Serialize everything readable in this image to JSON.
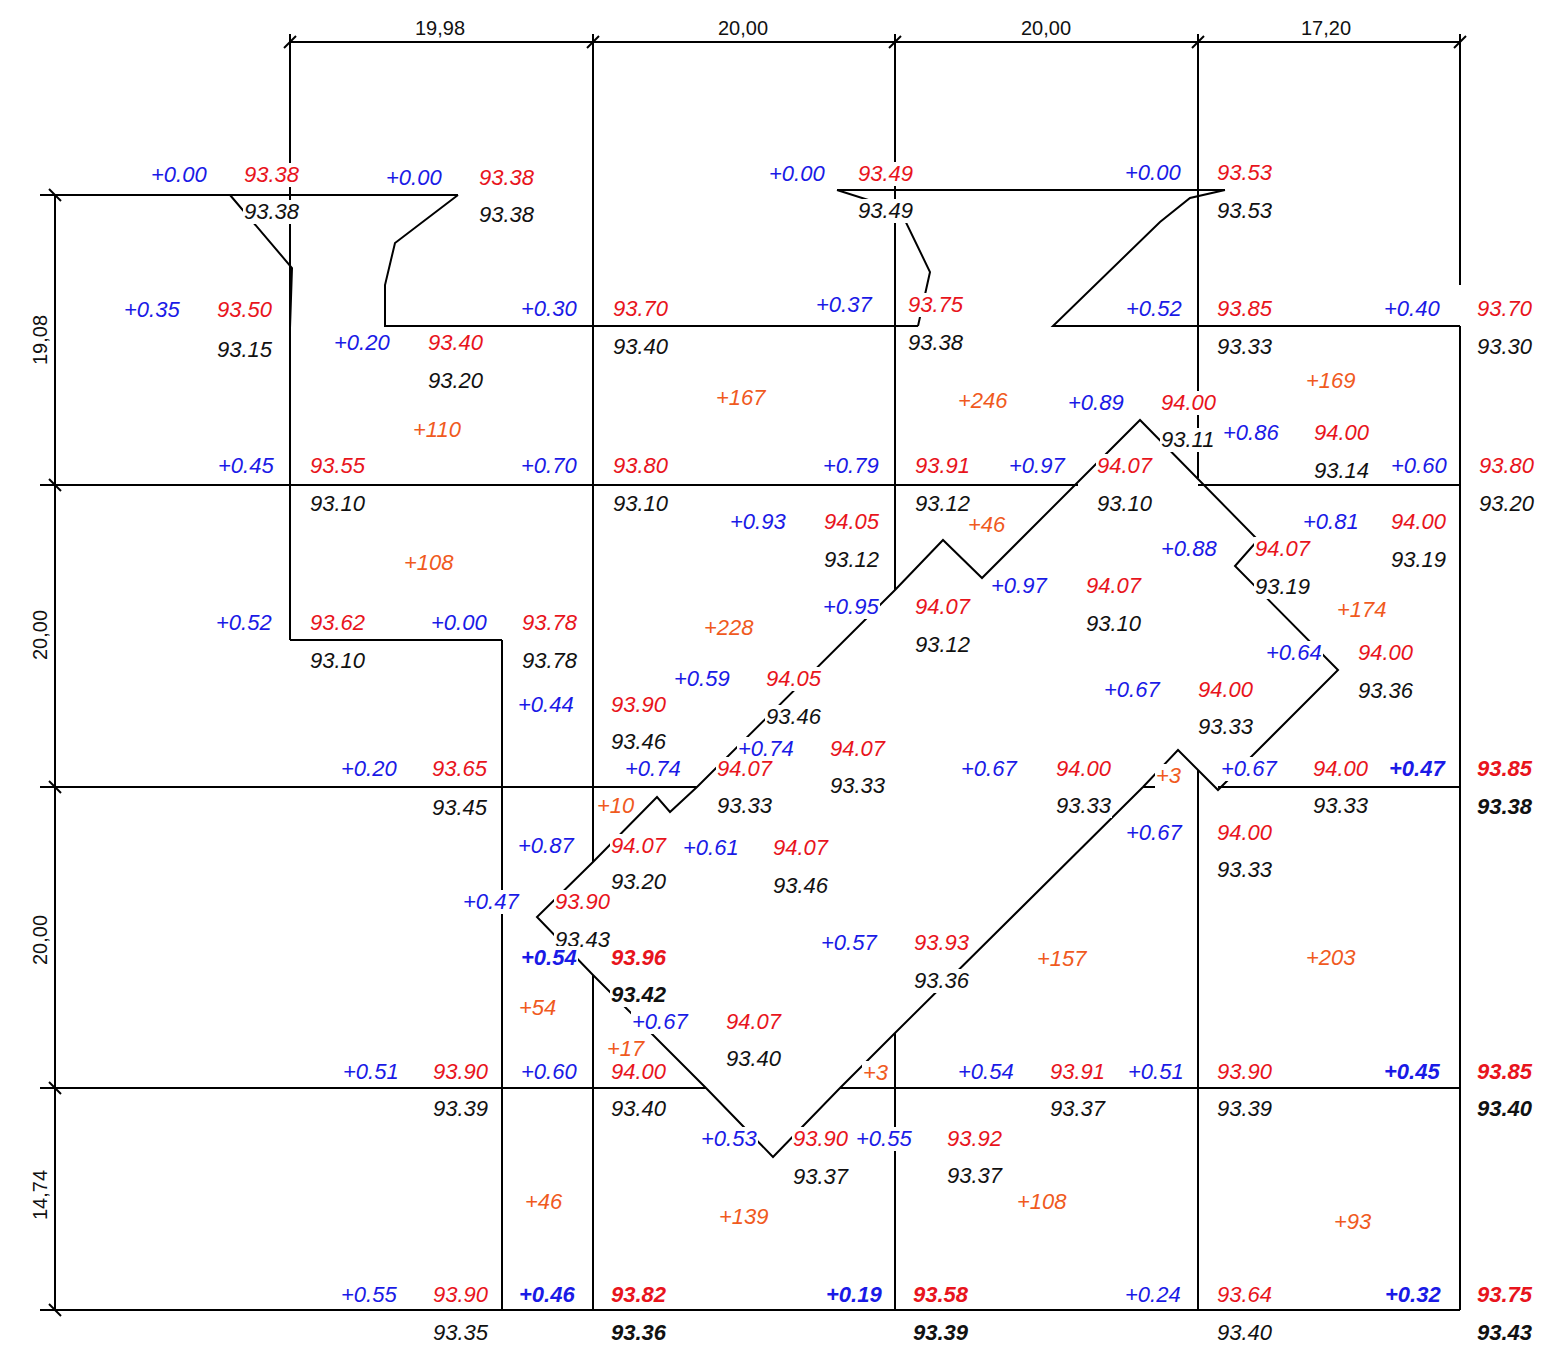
{
  "diagram": {
    "labels": [
      "19,98",
      "20,00",
      "20,00",
      "17,20",
      "19,08",
      "20,00",
      "20,00",
      "14,74",
      "+0.00",
      "93.38",
      "93.38",
      "+0.00",
      "93.38",
      "93.38",
      "+0.00",
      "93.49",
      "93.49",
      "+0.00",
      "93.53",
      "93.53",
      "+0.35",
      "93.50",
      "93.15",
      "+0.20",
      "93.40",
      "93.20",
      "+0.30",
      "93.70",
      "93.40",
      "+0.37",
      "93.75",
      "93.38",
      "+0.52",
      "93.85",
      "93.33",
      "+0.40",
      "93.70",
      "93.30",
      "+110",
      "+167",
      "+246",
      "+169",
      "+0.89",
      "94.00",
      "93.11",
      "+0.86",
      "94.00",
      "93.14",
      "+0.45",
      "93.55",
      "93.10",
      "+0.70",
      "93.80",
      "93.10",
      "+0.79",
      "93.91",
      "93.12",
      "+0.97",
      "94.07",
      "93.10",
      "+0.60",
      "93.80",
      "93.20",
      "+0.93",
      "94.05",
      "93.12",
      "+46",
      "+0.81",
      "94.00",
      "93.19",
      "+0.88",
      "94.07",
      "93.19",
      "+108",
      "+0.97",
      "94.07",
      "93.10",
      "+0.95",
      "94.07",
      "93.12",
      "+174",
      "+0.52",
      "93.62",
      "93.10",
      "+0.00",
      "93.78",
      "93.78",
      "+228",
      "+0.64",
      "94.00",
      "93.36",
      "+0.59",
      "94.05",
      "93.46",
      "+0.67",
      "94.00",
      "93.33",
      "+0.44",
      "93.90",
      "93.46",
      "+0.74",
      "94.07",
      "93.33",
      "+0.20",
      "93.65",
      "93.45",
      "+0.74",
      "94.07",
      "93.33",
      "+0.67",
      "94.00",
      "93.33",
      "+3",
      "+0.67",
      "94.00",
      "93.33",
      "+0.47",
      "93.85",
      "93.38",
      "+10",
      "+0.67",
      "94.00",
      "93.33",
      "+0.87",
      "94.07",
      "93.20",
      "+0.61",
      "94.07",
      "93.46",
      "+0.47",
      "93.90",
      "93.43",
      "+0.57",
      "93.93",
      "93.36",
      "+157",
      "+203",
      "+0.54",
      "93.96",
      "93.42",
      "+54",
      "+0.67",
      "94.07",
      "93.40",
      "+17",
      "+3",
      "+0.51",
      "93.90",
      "93.39",
      "+0.60",
      "94.00",
      "93.40",
      "+0.54",
      "93.91",
      "93.37",
      "+0.51",
      "93.90",
      "93.39",
      "+0.45",
      "93.85",
      "93.40",
      "+0.53",
      "93.90",
      "93.37",
      "+0.55",
      "93.92",
      "93.37",
      "+46",
      "+139",
      "+108",
      "+93",
      "+0.55",
      "93.90",
      "93.35",
      "+0.46",
      "93.82",
      "93.36",
      "+0.19",
      "93.58",
      "93.39",
      "+0.24",
      "93.64",
      "93.40",
      "+0.32",
      "93.75",
      "93.43"
    ]
  }
}
